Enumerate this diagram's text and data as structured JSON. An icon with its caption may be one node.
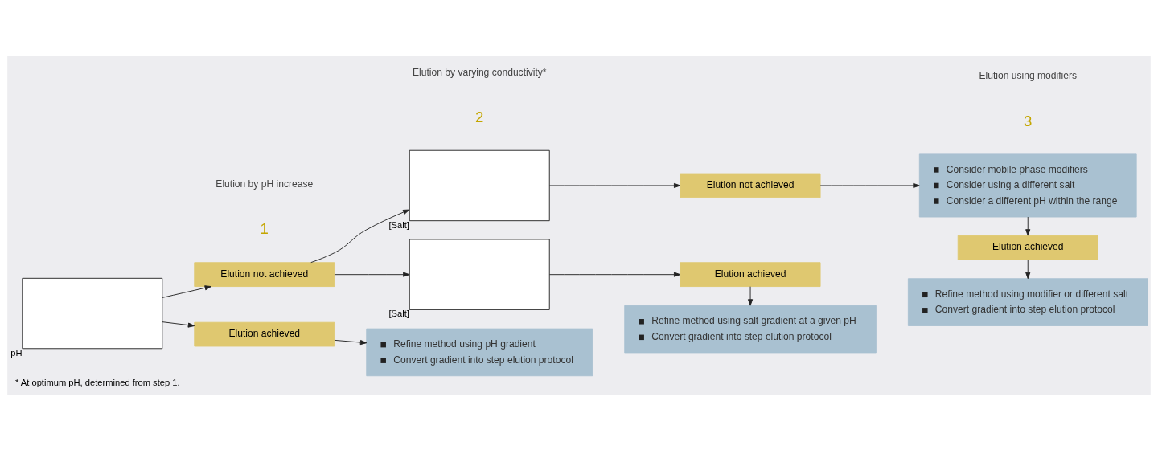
{
  "diagram": {
    "caption": "* At optimum pH, determined from step 1.",
    "nodes": [
      {
        "text": [
          "Elution not achieved"
        ]
      },
      {
        "text": [],
        "shape": "box",
        "beside": [
          "pH"
        ]
      },
      {
        "text": [
          "Elution achieved"
        ]
      },
      {
        "text": [],
        "shape": "box",
        "beside": [
          "[Salt]"
        ]
      },
      {
        "text": [],
        "shape": "box",
        "beside": [
          "[Salt]"
        ]
      },
      {
        "text": [
          "Refine method using pH gradient",
          "Convert gradient into step elution protocol"
        ]
      },
      {
        "text": [
          "Elution not achieved"
        ]
      },
      {
        "text": [
          "Elution achieved"
        ]
      },
      {
        "text": [
          "Refine method using salt gradient at a given pH",
          "Convert gradient into step elution protocol"
        ]
      },
      {
        "text": [
          "Consider mobile phase modifiers",
          "Consider using a different salt",
          "Consider a different pH within the range"
        ]
      },
      {
        "text": [
          "Elution achieved"
        ]
      },
      {
        "text": [
          "Refine method using modifier or different salt",
          "Convert gradient into step elution protocol"
        ]
      }
    ],
    "edges": [
      {
        "from": 1,
        "to": 0,
        "arrow": "to"
      },
      {
        "from": 1,
        "to": 2,
        "arrow": "to"
      },
      {
        "from": 0,
        "to": 3,
        "arrow": "to"
      },
      {
        "from": 0,
        "to": 4,
        "arrow": "to"
      },
      {
        "from": 2,
        "to": 5,
        "arrow": "to"
      },
      {
        "from": 3,
        "to": 6,
        "arrow": "to"
      },
      {
        "from": 4,
        "to": 7,
        "arrow": "to"
      },
      {
        "from": 7,
        "to": 8,
        "arrow": "to"
      },
      {
        "from": 6,
        "to": 9,
        "arrow": "to"
      },
      {
        "from": 9,
        "to": 10,
        "arrow": "to"
      },
      {
        "from": 10,
        "to": 11,
        "arrow": "to"
      }
    ],
    "labels": [
      "1",
      "Elution by pH increase",
      "2",
      "Elution by varying conductivity*",
      "3",
      "Elution using modifiers"
    ]
  }
}
